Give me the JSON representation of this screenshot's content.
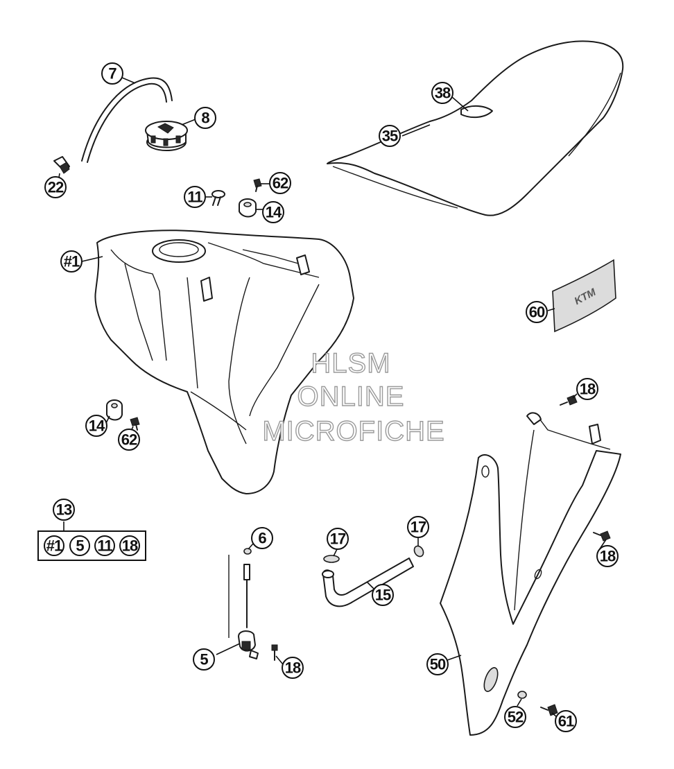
{
  "watermark": {
    "line1": "HLSM",
    "line2": "ONLINE",
    "line3": "MICROFICHE"
  },
  "seat_logo": "KTM",
  "callouts": {
    "c7": "7",
    "c8": "8",
    "c22": "22",
    "c38": "38",
    "c35": "35",
    "c11": "11",
    "c62a": "62",
    "c14a": "14",
    "c1": "#1",
    "c60": "60",
    "c14b": "14",
    "c62b": "62",
    "c18a": "18",
    "c13": "13",
    "c6": "6",
    "c17a": "17",
    "c17b": "17",
    "c18b": "18",
    "c15": "15",
    "c5": "5",
    "c18c": "18",
    "c50": "50",
    "c52": "52",
    "c61": "61"
  },
  "kit": {
    "k1": "#1",
    "k5": "5",
    "k11": "11",
    "k18": "18"
  }
}
